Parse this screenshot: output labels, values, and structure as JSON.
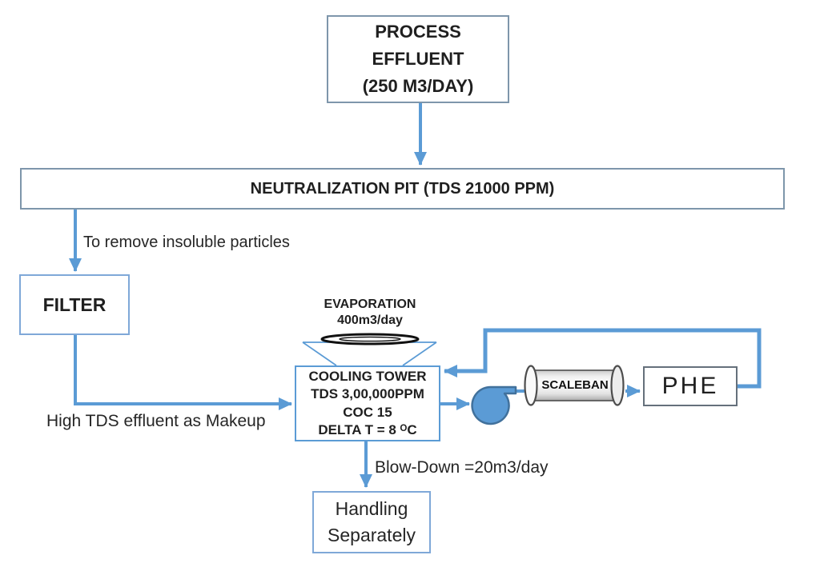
{
  "diagram_type": "process-flow",
  "colors": {
    "accent_blue": "#5b9bd5",
    "pump_fill": "#5b9bd5",
    "pump_stroke": "#41719c",
    "steel_border": "#7e96ab",
    "light_blue_border": "#7fa8d8",
    "phe_border": "#65707b",
    "text": "#1f1f1f"
  },
  "nodes": {
    "process_effluent": {
      "line1": "PROCESS",
      "line2": "EFFLUENT",
      "line3": "(250 M3/DAY)"
    },
    "neutralization_pit": {
      "label": "NEUTRALIZATION PIT (TDS 21000 PPM)"
    },
    "filter": {
      "label": "FILTER"
    },
    "evaporation": {
      "line1": "EVAPORATION",
      "line2": "400m3/day"
    },
    "cooling_tower": {
      "line1": "COOLING TOWER",
      "line2": "TDS 3,00,000PPM",
      "line3": "COC 15",
      "line4": "DELTA T = 8 ᴼC"
    },
    "scaleban": {
      "label": "SCALEBAN"
    },
    "phe": {
      "label": "PHE"
    },
    "handling": {
      "line1": "Handling",
      "line2": "Separately"
    }
  },
  "flow_labels": {
    "to_remove": "To remove insoluble particles",
    "high_tds_makeup": "High TDS effluent as Makeup",
    "blow_down": "Blow-Down =20m3/day"
  }
}
